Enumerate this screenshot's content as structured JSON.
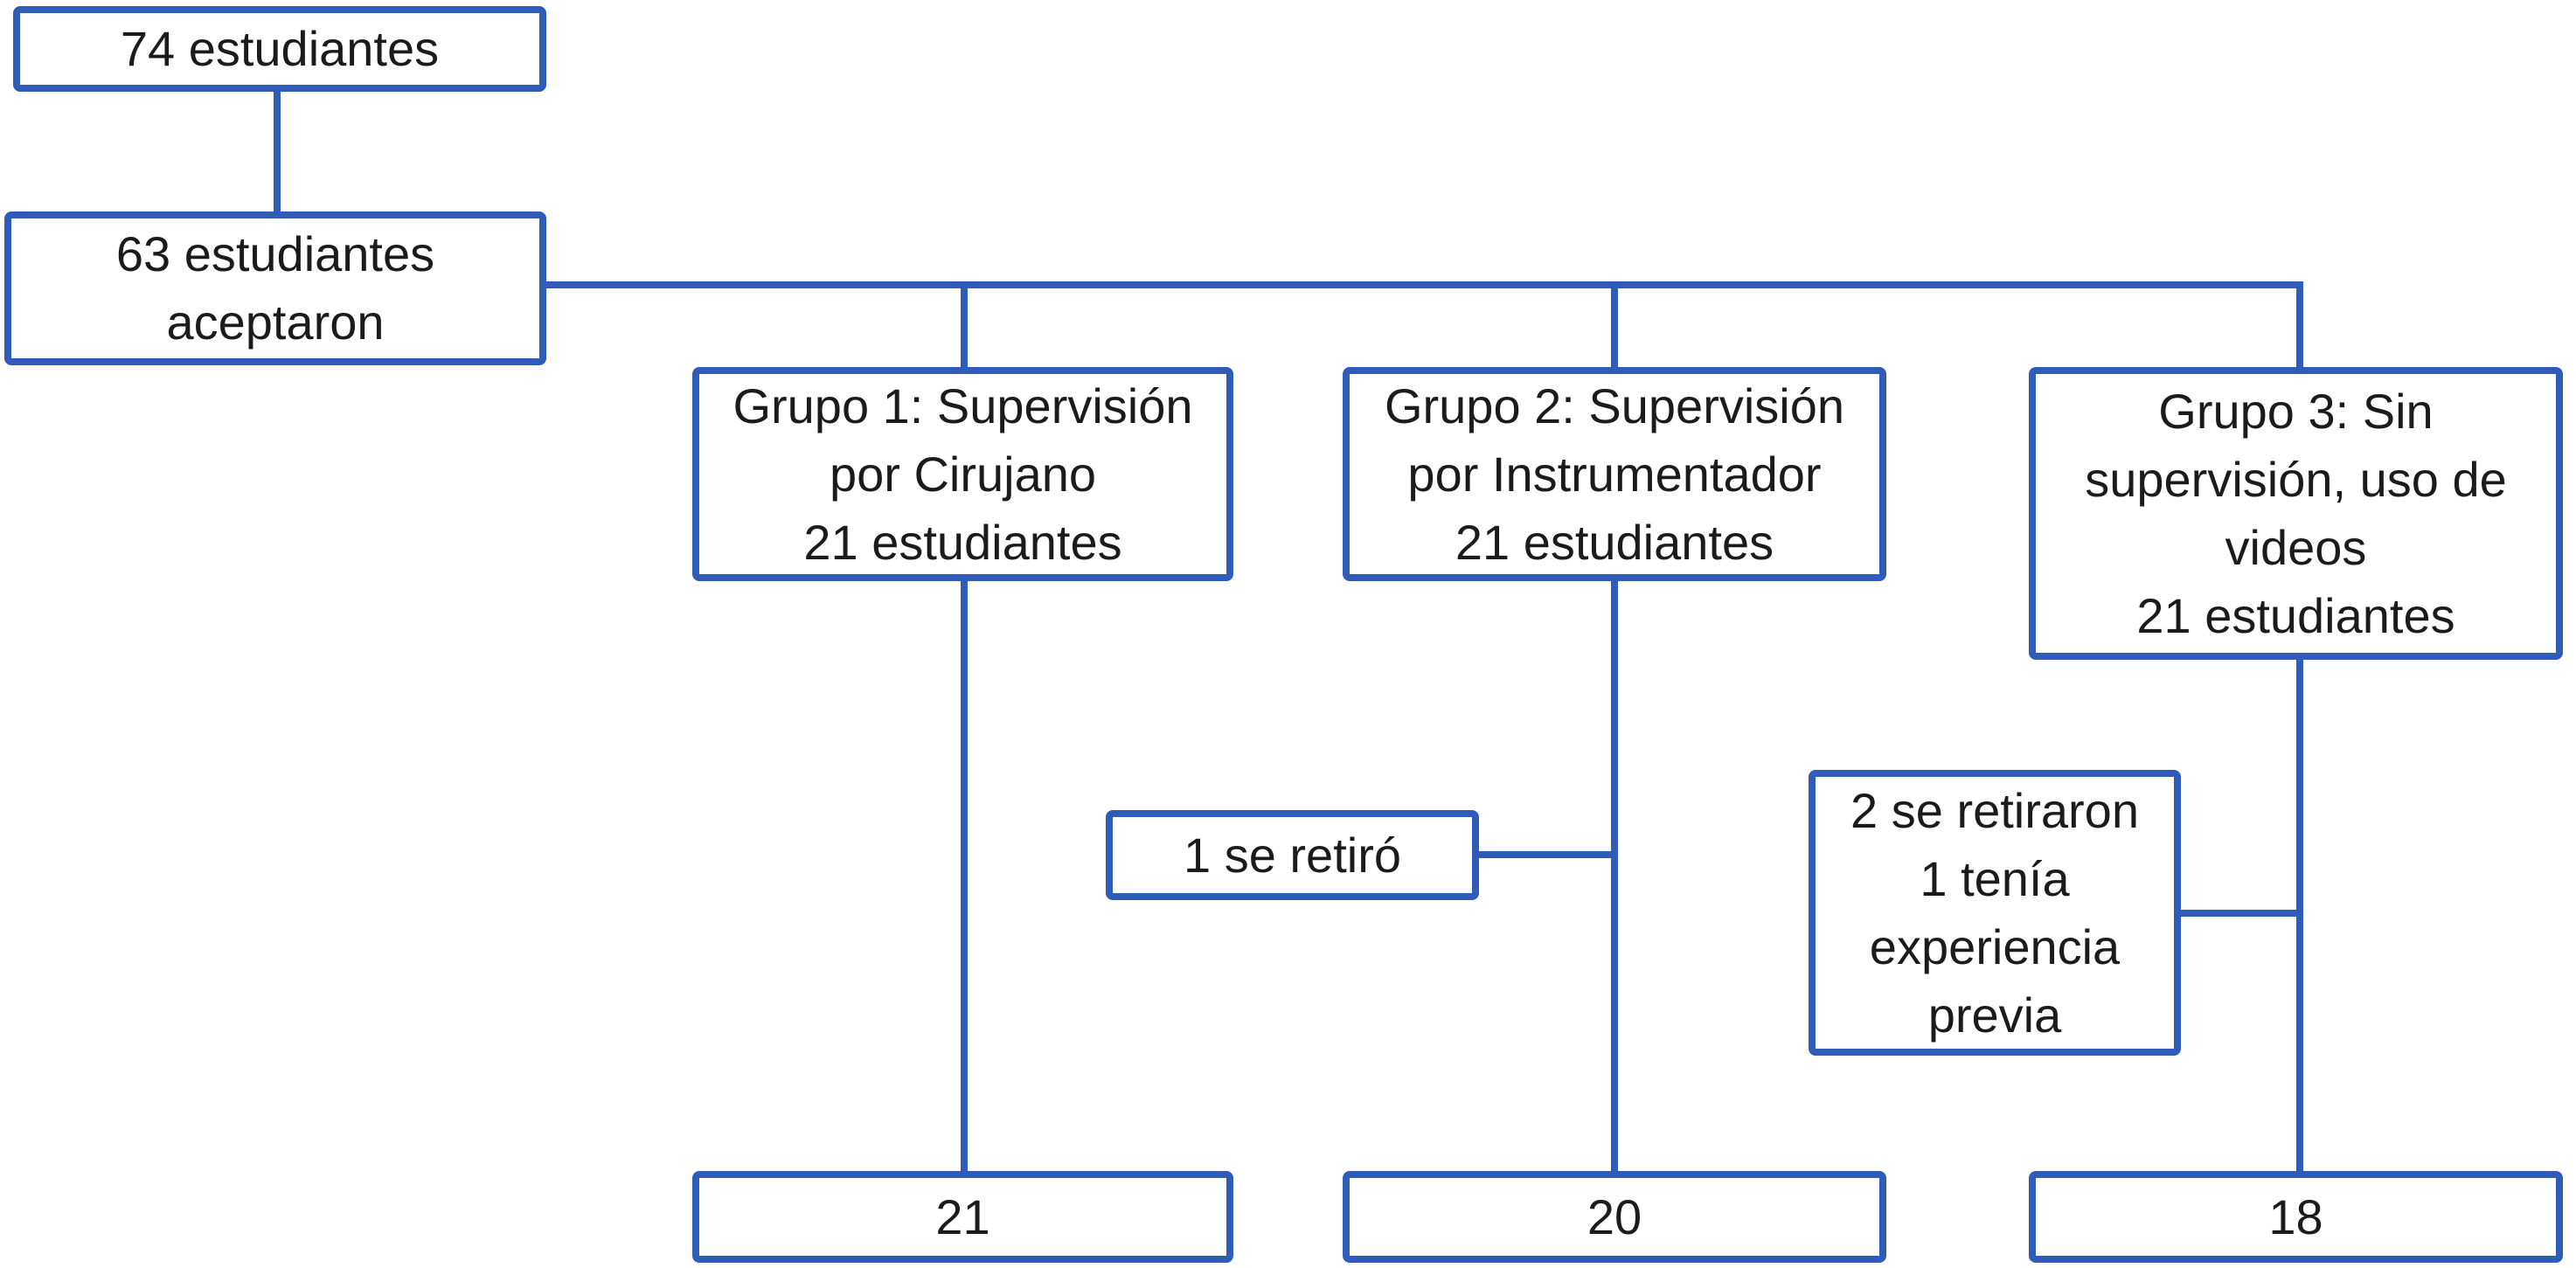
{
  "colors": {
    "accent_blue": "#2E5CB8",
    "text": "#1B1B1B",
    "node_fill": "#FFFFFF"
  },
  "flowchart": {
    "nodes": {
      "total": "74 estudiantes",
      "accepted": "63 estudiantes\naceptaron",
      "group1": "Grupo 1: Supervisión\npor Cirujano\n21 estudiantes",
      "group2": "Grupo 2: Supervisión\npor Instrumentador\n21 estudiantes",
      "group3": "Grupo 3: Sin\nsupervisión, uso de\nvideos\n21 estudiantes",
      "group2_dropout": "1 se retiró",
      "group3_dropout": "2 se retiraron\n1 tenía\nexperiencia\nprevia",
      "group1_final": "21",
      "group2_final": "20",
      "group3_final": "18"
    },
    "edges": [
      {
        "from": "total",
        "to": "accepted"
      },
      {
        "from": "accepted",
        "to": "group1"
      },
      {
        "from": "accepted",
        "to": "group2"
      },
      {
        "from": "accepted",
        "to": "group3"
      },
      {
        "from": "group1",
        "to": "group1_final"
      },
      {
        "from": "group2",
        "to": "group2_final"
      },
      {
        "from": "group3",
        "to": "group3_final"
      },
      {
        "from": "group2_dropout",
        "to": "group2"
      },
      {
        "from": "group3_dropout",
        "to": "group3"
      }
    ]
  }
}
